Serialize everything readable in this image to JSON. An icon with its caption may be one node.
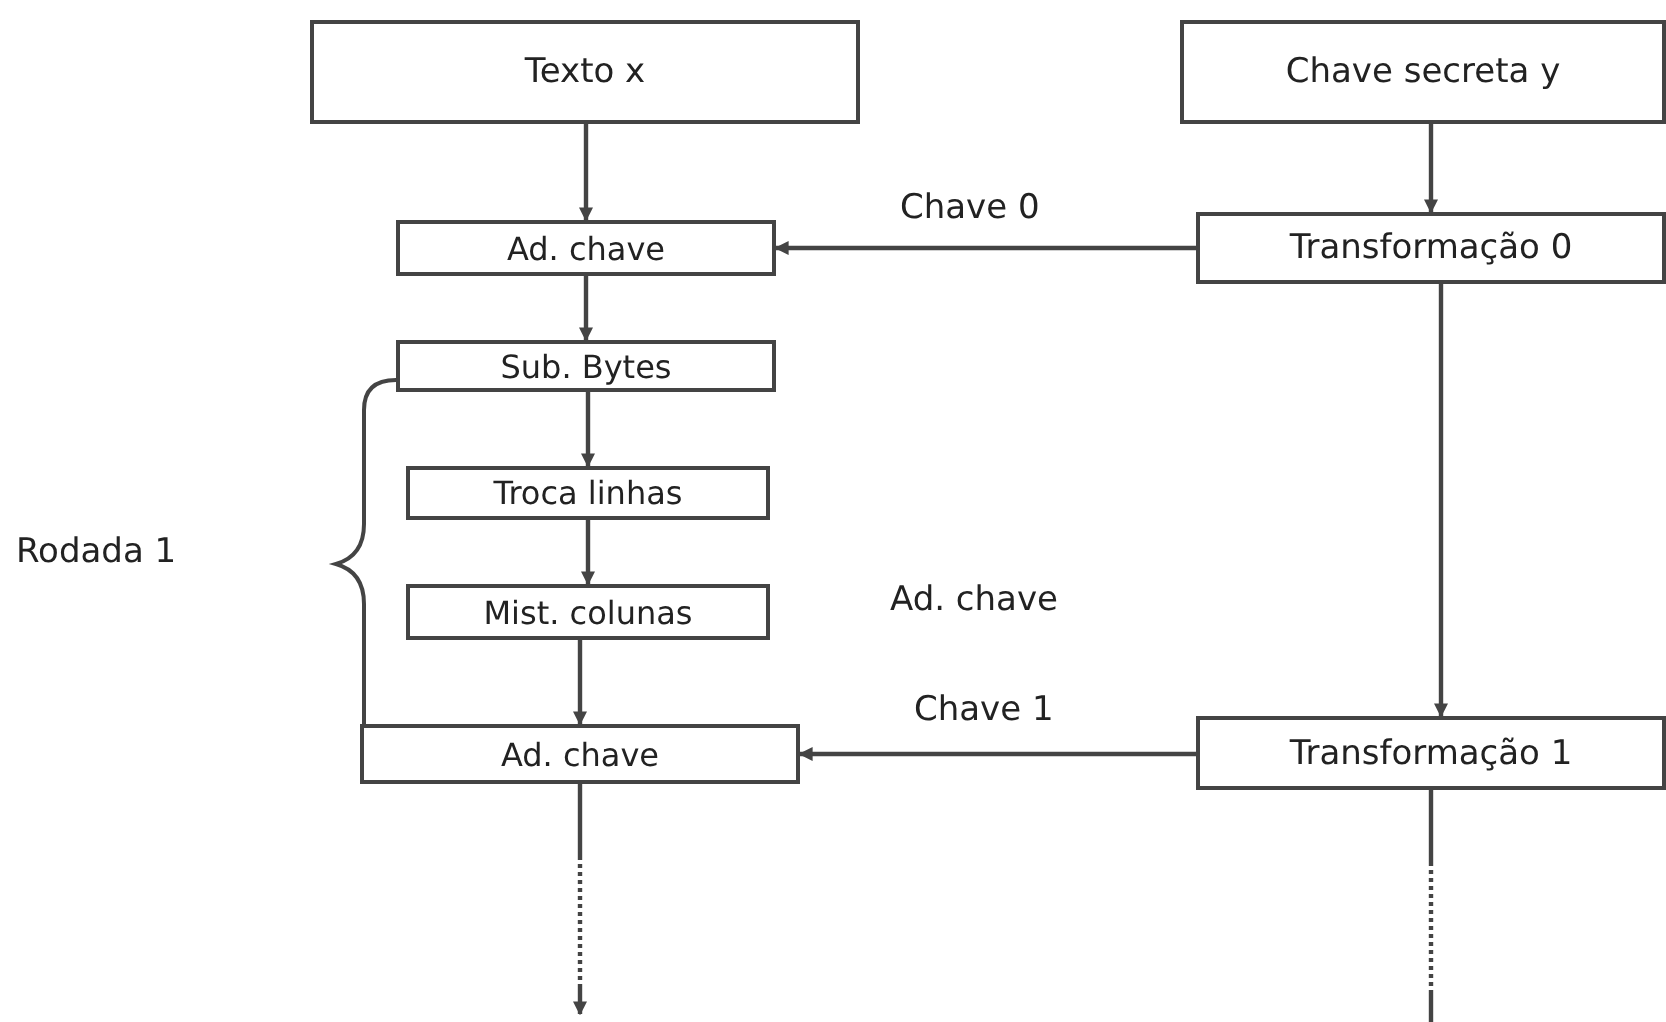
{
  "diagram": {
    "nodes": [
      {
        "text": [
          "Texto x"
        ]
      },
      {
        "text": [
          "Chave secreta y"
        ]
      },
      {
        "text": [
          "Ad. chave"
        ]
      },
      {
        "text": [
          "Transformação 0"
        ]
      },
      {
        "text": [
          "Sub. Bytes"
        ]
      },
      {
        "text": [
          "Troca linhas"
        ]
      },
      {
        "text": [
          "Mist. colunas"
        ]
      },
      {
        "text": [
          "Ad. chave"
        ]
      },
      {
        "text": [
          "Transformação 1"
        ]
      }
    ],
    "edges": [
      {
        "from": 0,
        "to": 2,
        "arrow": "to"
      },
      {
        "from": 1,
        "to": 3,
        "arrow": "to"
      },
      {
        "from": 3,
        "to": 2,
        "arrow": "to",
        "label": "Chave 0"
      },
      {
        "from": 2,
        "to": 4,
        "arrow": "to"
      },
      {
        "from": 4,
        "to": 5,
        "arrow": "to"
      },
      {
        "from": 5,
        "to": 6,
        "arrow": "to"
      },
      {
        "from": 6,
        "to": 7,
        "arrow": "to"
      },
      {
        "from": 3,
        "to": 8,
        "arrow": "to"
      },
      {
        "from": 8,
        "to": 7,
        "arrow": "to",
        "label": "Chave 1"
      },
      {
        "from": 7,
        "to": null,
        "arrow": "to",
        "style": "dashed"
      },
      {
        "from": 8,
        "to": null,
        "arrow": "none",
        "style": "dashed"
      }
    ],
    "labels": [
      "Rodada 1",
      "Ad. chave"
    ]
  }
}
